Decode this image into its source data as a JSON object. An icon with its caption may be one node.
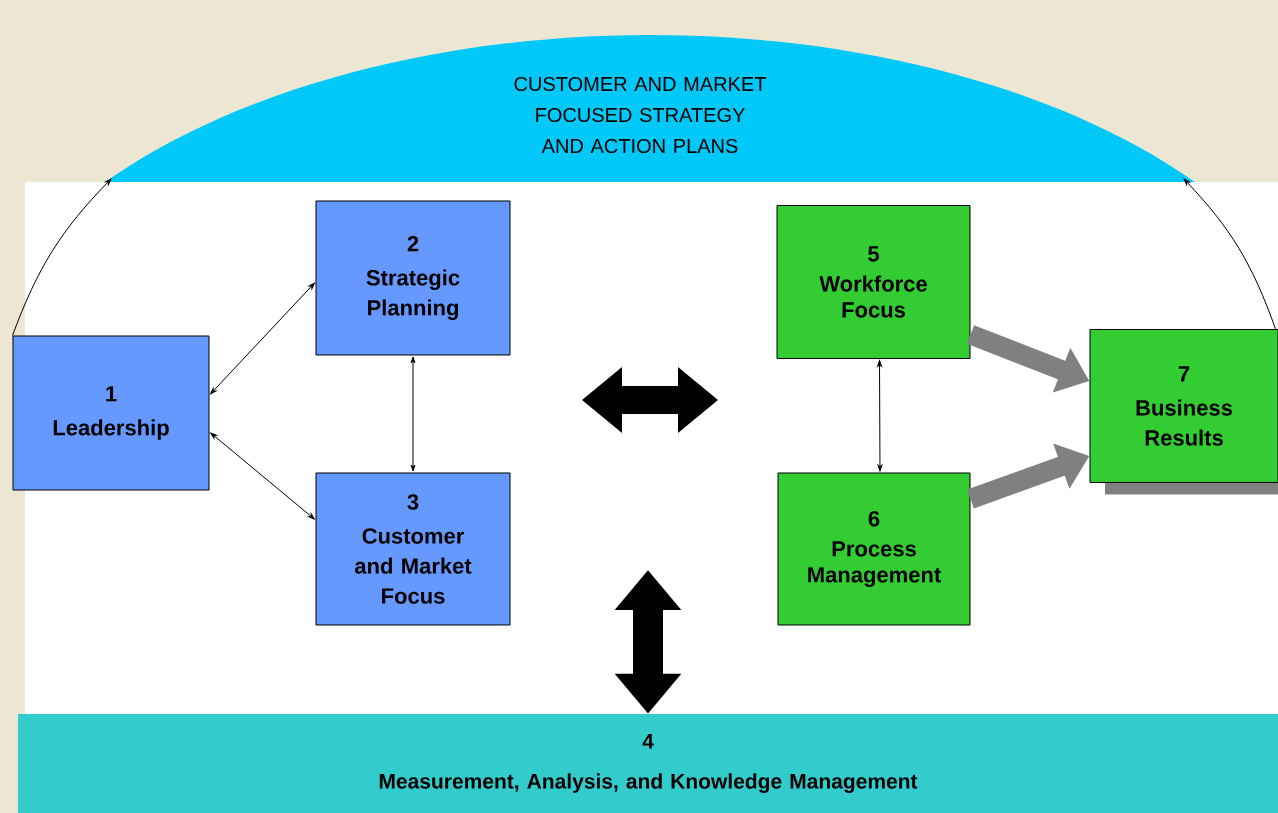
{
  "diagram": {
    "nodes": [
      {
        "text": [
          "CUSTOMER AND MARKET FOCUSED STRATEGY AND ACTION PLANS"
        ]
      },
      {
        "text": [
          "1",
          "Leadership"
        ]
      },
      {
        "text": [
          "2",
          "Strategic Planning"
        ]
      },
      {
        "text": [
          "3",
          "Customer and Market Focus"
        ]
      },
      {
        "text": [
          "5",
          "Workforce Focus"
        ]
      },
      {
        "text": [
          "6",
          "Process Management"
        ]
      },
      {
        "text": [
          "7",
          "Business Results"
        ]
      },
      {
        "text": [
          "4",
          "Measurement, Analysis, and Knowledge Management"
        ]
      }
    ],
    "edges": [
      {
        "from": 1,
        "to": 0,
        "arrow": "to"
      },
      {
        "from": 6,
        "to": 0,
        "arrow": "to"
      },
      {
        "from": 1,
        "to": 2,
        "arrow": "both"
      },
      {
        "from": 1,
        "to": 3,
        "arrow": "both"
      },
      {
        "from": 2,
        "to": 3,
        "arrow": "both"
      },
      {
        "from": 4,
        "to": 5,
        "arrow": "both"
      },
      {
        "from": 7,
        "to": null,
        "arrow": "both",
        "style": "thick"
      },
      {
        "from": 4,
        "to": 6,
        "arrow": "to",
        "style": "thick",
        "color": "#808080"
      },
      {
        "from": 5,
        "to": 6,
        "arrow": "to",
        "style": "thick",
        "color": "#808080"
      }
    ]
  }
}
